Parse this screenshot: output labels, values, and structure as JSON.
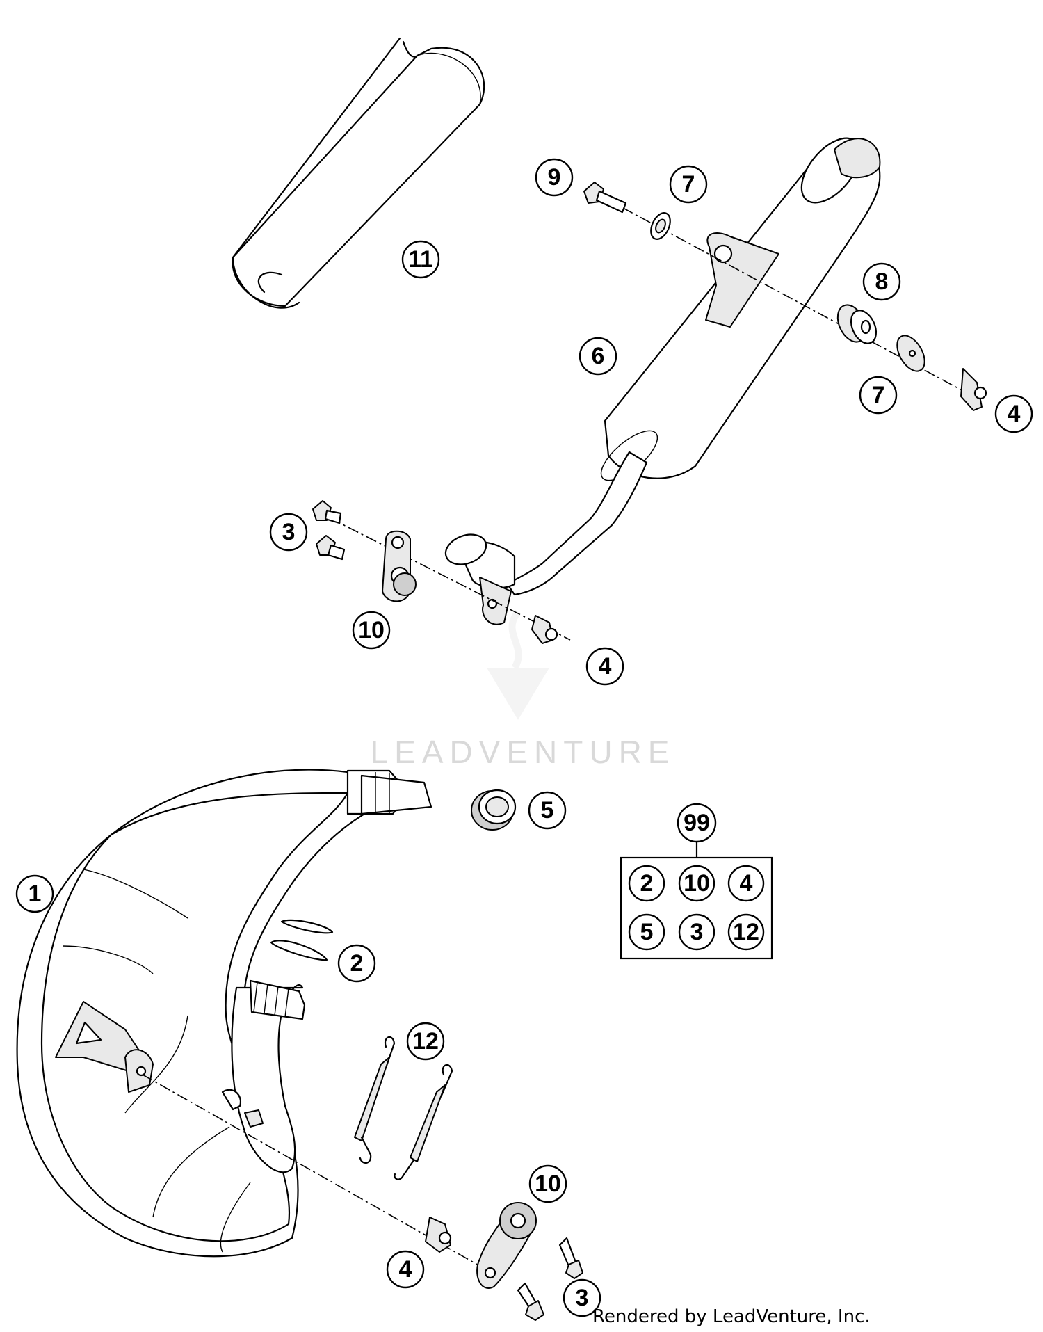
{
  "watermark": {
    "brand": "LEADVENTURE"
  },
  "footer": {
    "credit": "Rendered by LeadVenture, Inc."
  },
  "callouts": {
    "c11": "11",
    "c9": "9",
    "c7a": "7",
    "c8": "8",
    "c6": "6",
    "c7b": "7",
    "c4a": "4",
    "c3a": "3",
    "c10a": "10",
    "c4b": "4",
    "c5": "5",
    "c1": "1",
    "c2": "2",
    "c12": "12",
    "c10b": "10",
    "c4c": "4",
    "c3b": "3"
  },
  "kit": {
    "label": "99",
    "items": [
      "2",
      "10",
      "4",
      "5",
      "3",
      "12"
    ]
  }
}
